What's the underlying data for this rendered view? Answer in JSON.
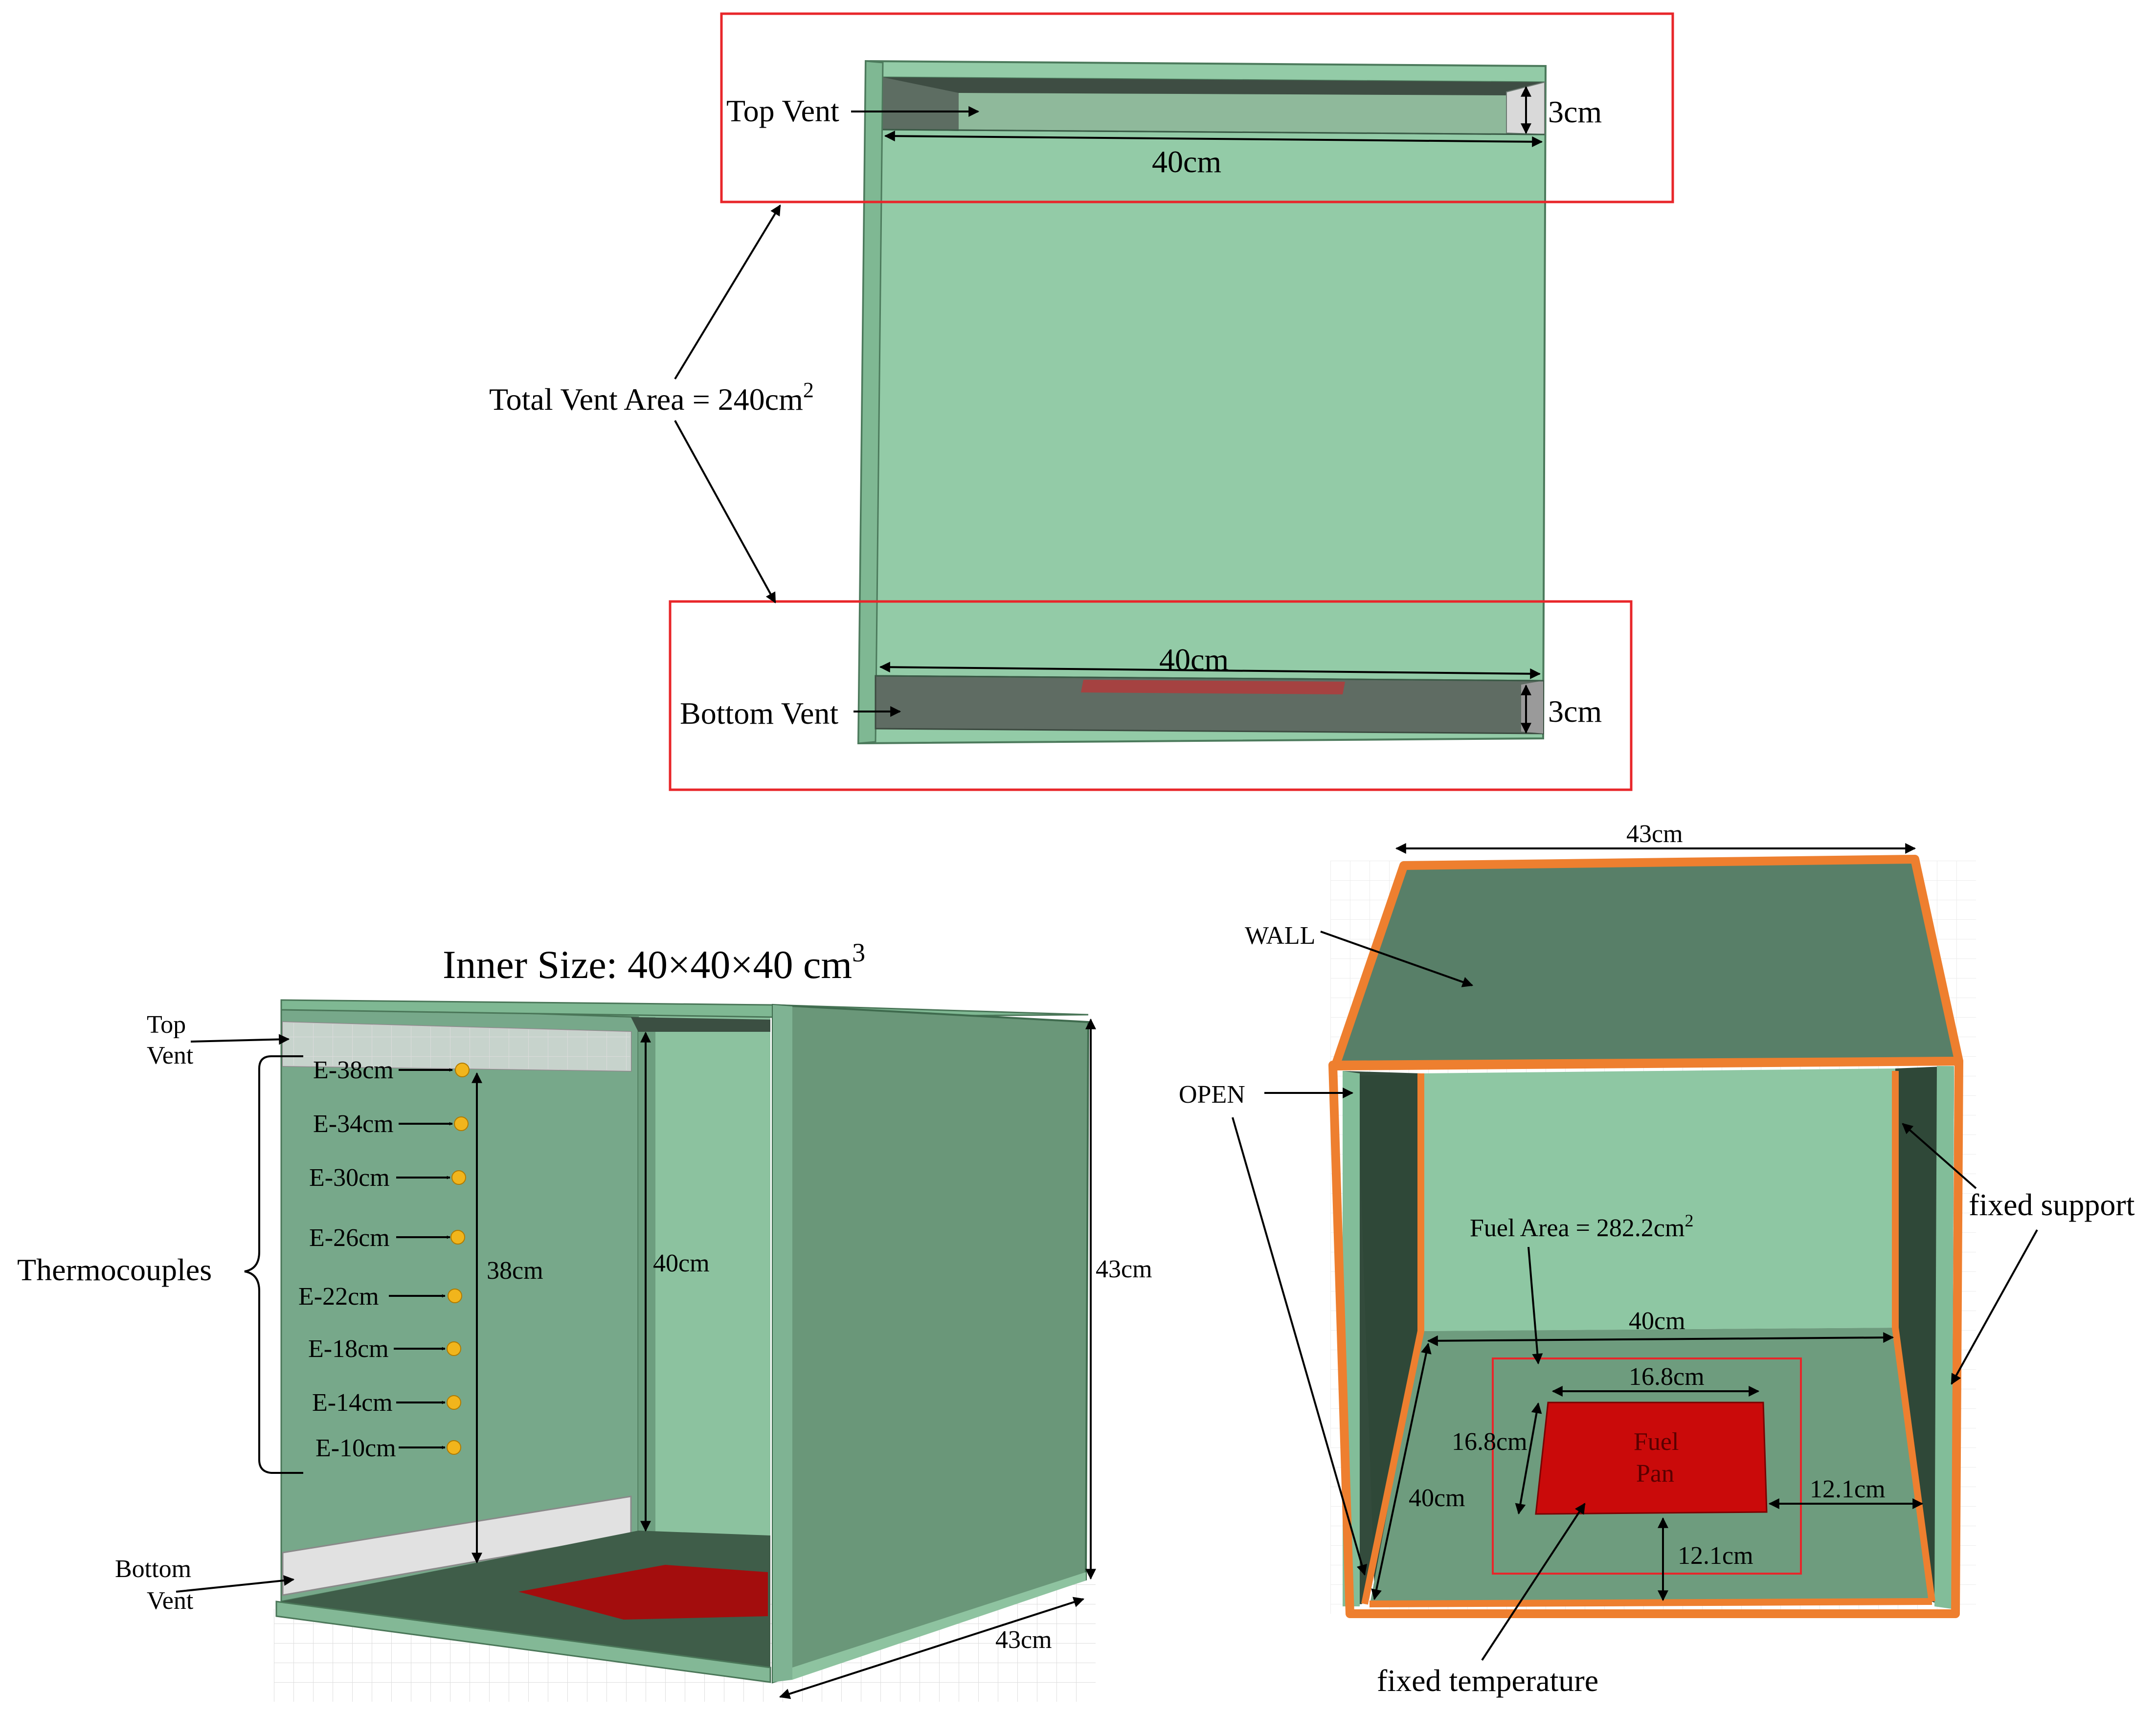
{
  "panel_a": {
    "top_vent": "Top Vent",
    "bottom_vent": "Bottom Vent",
    "width_top": "40cm",
    "width_bottom": "40cm",
    "height_top": "3cm",
    "height_bottom": "3cm",
    "total_vent_area": "Total Vent Area = 240cm",
    "total_vent_area_sup": "2"
  },
  "panel_b": {
    "title": "Inner Size: 40×40×40 cm",
    "title_sup": "3",
    "top_vent_line1": "Top",
    "top_vent_line2": "Vent",
    "bottom_vent_line1": "Bottom",
    "bottom_vent_line2": "Vent",
    "thermocouples": "Thermocouples",
    "probes": [
      "E-38cm",
      "E-34cm",
      "E-30cm",
      "E-26cm",
      "E-22cm",
      "E-18cm",
      "E-14cm",
      "E-10cm"
    ],
    "dim_38": "38cm",
    "dim_40": "40cm",
    "dim_43_height": "43cm",
    "dim_43_depth": "43cm"
  },
  "panel_c": {
    "dim_top": "43cm",
    "wall": "WALL",
    "open": "OPEN",
    "fixed_support": "fixed support",
    "fuel_area": "Fuel Area = 282.2cm",
    "fuel_area_sup": "2",
    "dim_40_width": "40cm",
    "dim_40_depth": "40cm",
    "pan_width": "16.8cm",
    "pan_depth": "16.8cm",
    "fuel_line1": "Fuel",
    "fuel_line2": "Pan",
    "gap_right": "12.1cm",
    "gap_front": "12.1cm",
    "fixed_temperature": "fixed temperature"
  },
  "colors": {
    "box_green": "#93cba7",
    "box_green_dark": "#6a9779",
    "floor_dark": "#3f5d49",
    "vent_grey": "#e1e1e1",
    "red_frame": "#e8262a",
    "fuel_red": "#ca0a0a",
    "orange_wall": "#ee7f2f",
    "thermocouple": "#f1b51c"
  }
}
